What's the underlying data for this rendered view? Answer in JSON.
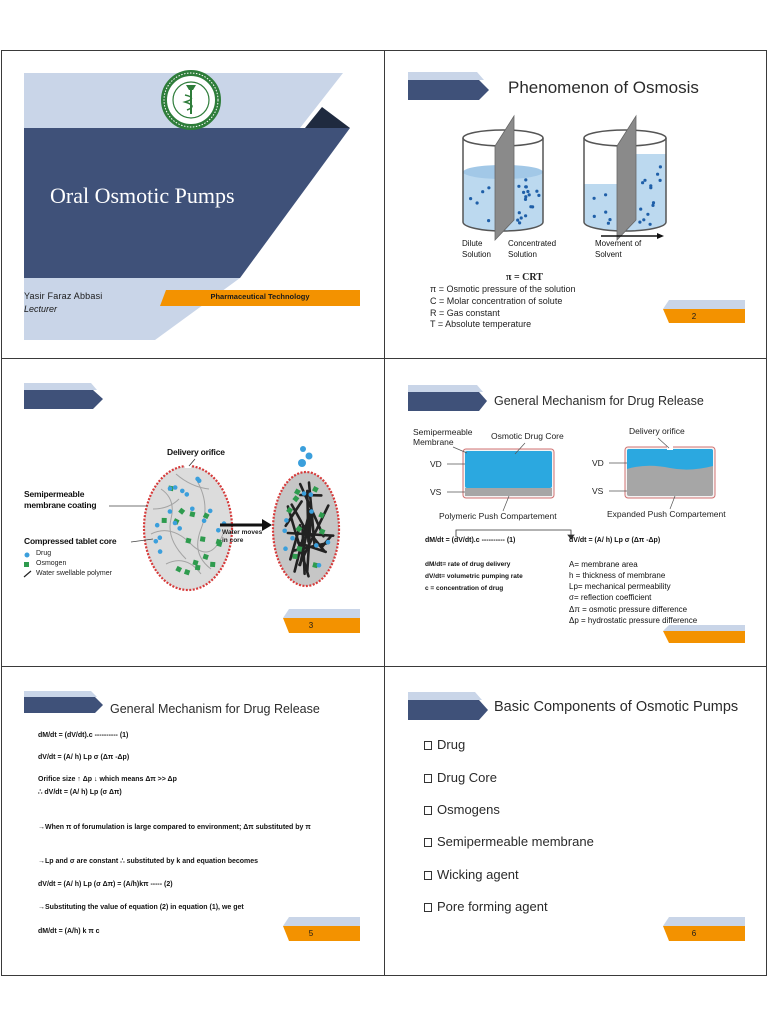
{
  "colors": {
    "navy": "#3f5179",
    "light_blue": "#c9d5e8",
    "orange": "#f39200",
    "drug_blue": "#3b9fdc",
    "osmogen_green": "#2e9b4e",
    "membrane_red": "#d63a3a",
    "solute_blue": "#1f5fa8"
  },
  "slide1": {
    "title": "Oral Osmotic Pumps",
    "author": "Yasir Faraz Abbasi",
    "role": "Lecturer",
    "course": "Pharmaceutical Technology"
  },
  "slide2": {
    "title": "Phenomenon of Osmosis",
    "beaker_labels": {
      "dilute": [
        "Dilute",
        "Solution"
      ],
      "concentrated": [
        "Concentrated",
        "Solution"
      ],
      "movement": [
        "Movement of",
        "Solvent"
      ]
    },
    "formula": "π = CRT",
    "definitions": [
      "π = Osmotic pressure of the solution",
      "C = Molar concentration of solute",
      "R = Gas constant",
      "T = Absolute temperature"
    ],
    "page": "2"
  },
  "slide3": {
    "orifice_label": "Delivery orifice",
    "membrane_label": [
      "Semipermeable",
      "membrane coating"
    ],
    "core_label": "Compressed tablet core",
    "legend": [
      "Drug",
      "Osmogen",
      "Water swellable polymer"
    ],
    "water_label": [
      "Water moves",
      "in core"
    ],
    "page": "3"
  },
  "slide4": {
    "title": "General Mechanism for Drug Release",
    "labels": {
      "membrane": [
        "Semipermeable",
        "Membrane"
      ],
      "drug_core": "Osmotic Drug Core",
      "orifice": "Delivery orifice",
      "vd": "VD",
      "vs": "VS",
      "polymeric_push": "Polymeric Push Compartement",
      "expanded_push": "Expanded Push Compartement"
    },
    "equation_1": "dM/dt = (dV/dt).c ---------- (1)",
    "equation_2": "dV/dt = (A/ h) Lp σ (Δπ -Δp)",
    "terms_left": [
      "dM/dt= rate of drug delivery",
      "dV/dt= volumetric pumping rate",
      "c = concentration of drug"
    ],
    "terms_right": [
      "A= membrane area",
      "h = thickness of membrane",
      "Lp= mechanical permeability",
      "σ= reflection coefficient",
      "Δπ = osmotic pressure difference",
      "Δp = hydrostatic pressure difference"
    ]
  },
  "slide5": {
    "title": "General Mechanism for Drug Release",
    "lines": [
      "dM/dt = (dV/dt).c ---------- (1)",
      "dV/dt = (A/ h) Lp σ (Δπ -Δp)",
      "Orifice size ↑ Δp ↓ which means  Δπ >> Δp",
      "∴ dV/dt = (A/ h) Lp (σ Δπ)",
      "→When π of forumulation is large compared to environment; Δπ substituted by π",
      "→Lp and σ are constant ∴ substituted by k and equation becomes",
      "dV/dt = (A/ h) Lp (σ Δπ) = (A/h)kπ  ----- (2)",
      "→Substituting the value of equation (2) in equation (1), we get",
      "dM/dt = (A/h) k π c"
    ],
    "page": "5"
  },
  "slide6": {
    "title": "Basic Components of Osmotic Pumps",
    "items": [
      "Drug",
      "Drug Core",
      "Osmogens",
      "Semipermeable membrane",
      "Wicking agent",
      "Pore forming agent"
    ],
    "page": "6"
  }
}
